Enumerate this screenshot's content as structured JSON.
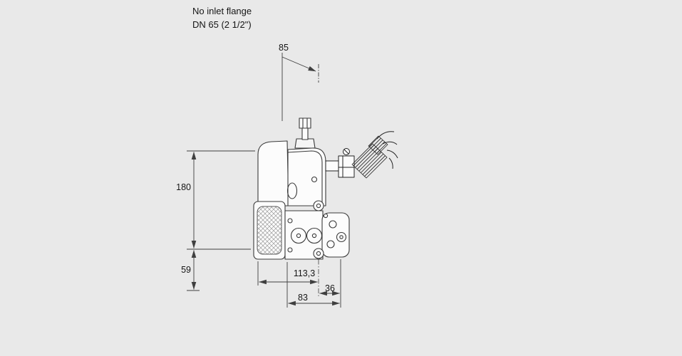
{
  "notes": {
    "line1": "No inlet flange",
    "line2": "DN 65 (2 1/2\")"
  },
  "dimensions": {
    "top_offset": "85",
    "body_height": "180",
    "lower_height": "59",
    "depth_total": "113,3",
    "axis_to_face": "36",
    "body_width": "83"
  },
  "colors": {
    "background": "#e9e9e9",
    "object_line": "#3a3a3a",
    "dimension_line": "#3f3f3f",
    "mesh_hatch": "#9b9b9b",
    "coil_hatch": "#161616"
  }
}
